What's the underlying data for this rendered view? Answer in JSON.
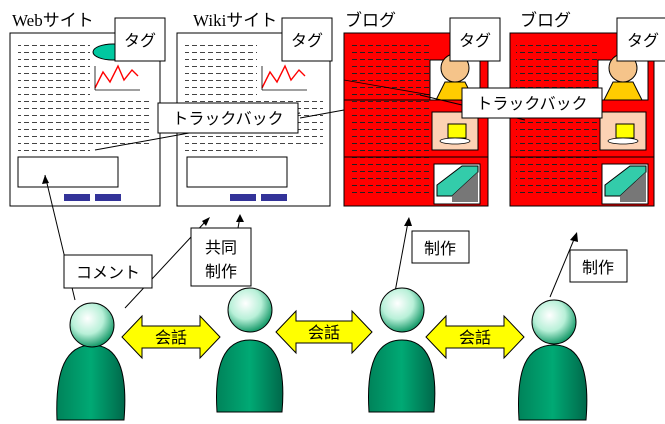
{
  "panels": [
    {
      "title": "Webサイト",
      "tag": "タグ"
    },
    {
      "title": "Wikiサイト",
      "tag": "タグ"
    },
    {
      "title": "ブログ",
      "tag": "タグ"
    },
    {
      "title": "ブログ",
      "tag": "タグ"
    }
  ],
  "labels": {
    "trackback_left": "トラックバック",
    "trackback_right": "トラックバック",
    "comment": "コメント",
    "collab_line1": "共同",
    "collab_line2": "制作",
    "produce_1": "制作",
    "produce_2": "制作",
    "conversation": [
      "会話",
      "会話",
      "会話"
    ]
  },
  "colors": {
    "blog_red": "#ff0000",
    "person_green": "#009966",
    "conversation_yellow": "#ffff00",
    "button_navy": "#333399",
    "oval_teal": "#00c8a0",
    "chart_red": "#ff0000",
    "face_tan": "#f5c48a",
    "body_yellow": "#ffcc00",
    "screen_teal": "#33ccaa"
  }
}
